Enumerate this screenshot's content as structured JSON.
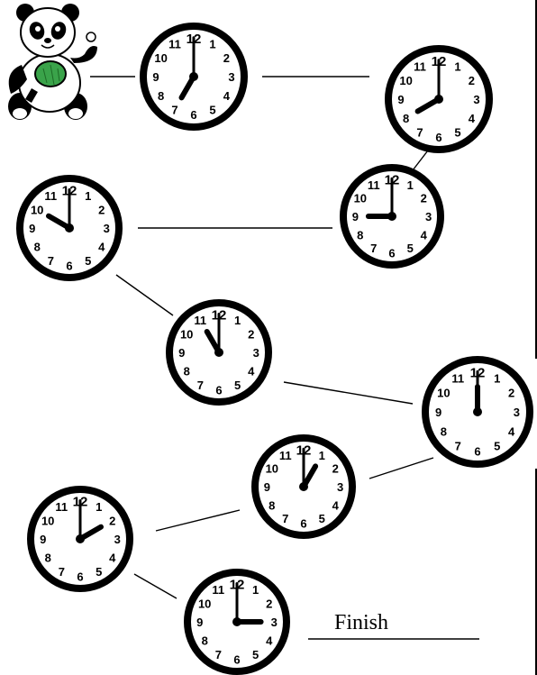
{
  "worksheet": {
    "finish_label": "Finish",
    "mascot_icon": "panda-with-ping-pong-paddle",
    "clock_numerals": [
      "12",
      "1",
      "2",
      "3",
      "4",
      "5",
      "6",
      "7",
      "8",
      "9",
      "10",
      "11"
    ],
    "clocks": [
      {
        "id": "clock-1",
        "hour": 7,
        "minute": 0
      },
      {
        "id": "clock-2",
        "hour": 8,
        "minute": 0
      },
      {
        "id": "clock-3",
        "hour": 9,
        "minute": 0
      },
      {
        "id": "clock-4",
        "hour": 10,
        "minute": 0
      },
      {
        "id": "clock-5",
        "hour": 11,
        "minute": 0
      },
      {
        "id": "clock-6",
        "hour": 12,
        "minute": 0
      },
      {
        "id": "clock-7",
        "hour": 1,
        "minute": 0
      },
      {
        "id": "clock-8",
        "hour": 2,
        "minute": 0
      },
      {
        "id": "clock-9",
        "hour": 3,
        "minute": 0
      }
    ],
    "colors": {
      "ink": "#000000",
      "paddle": "#3aa34a",
      "paper": "#ffffff"
    }
  }
}
